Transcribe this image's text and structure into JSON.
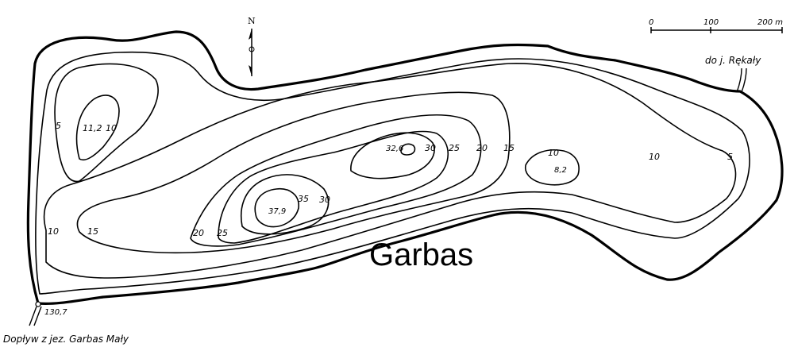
{
  "title": "Garbas",
  "north_label": "N",
  "scale": {
    "ticks": [
      "0",
      "100",
      "200 m"
    ]
  },
  "inflow_label": "Dopływ z jez. Garbas Mały",
  "outflow_label": "do j. Rękały",
  "water_level": "130,7",
  "contour_labels": {
    "west_5": "5",
    "west_max": "11,2",
    "west_10": "10",
    "left_10": "10",
    "left_15": "15",
    "mid_20": "20",
    "mid_25": "25",
    "deep_35": "35",
    "deep_30": "30",
    "deep_max": "37,9",
    "north_max": "32,6",
    "north_30": "30",
    "north_25": "25",
    "north_20": "20",
    "north_15": "15",
    "east_10": "10",
    "east_max": "8,2",
    "east_10b": "10",
    "east_5": "5"
  }
}
